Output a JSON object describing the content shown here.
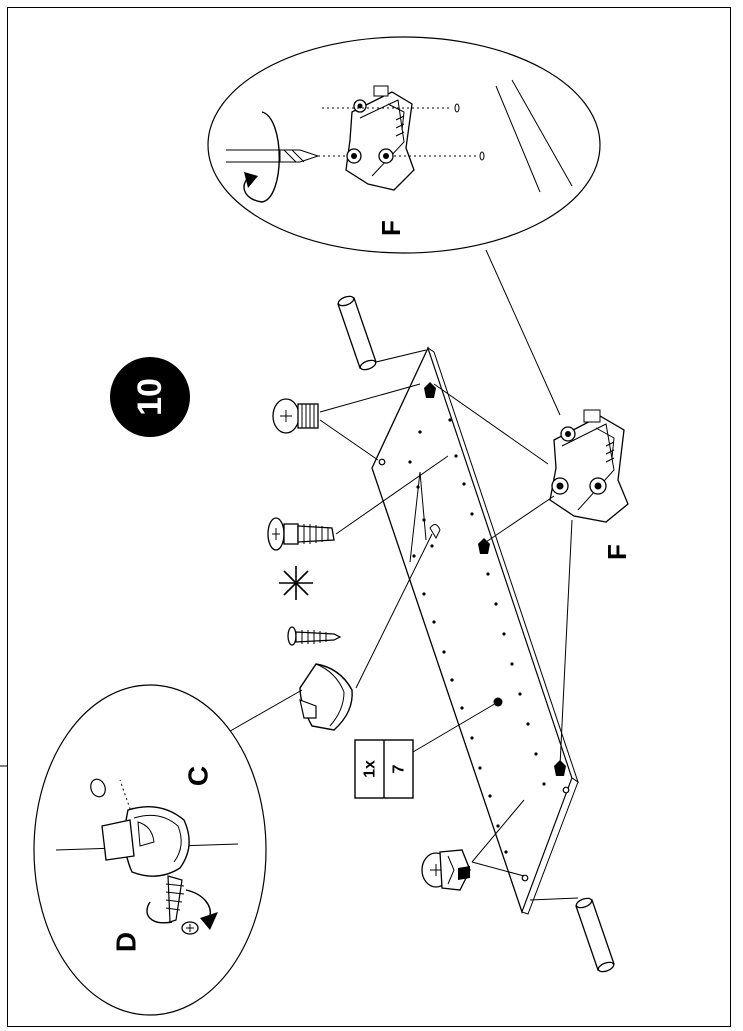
{
  "step": {
    "number": "10"
  },
  "labels": {
    "detail_top": "F",
    "bracket": "F",
    "detail_left_c": "C",
    "detail_left_d": "D"
  },
  "quantity_box": {
    "count": "1x",
    "part": "7"
  },
  "icons": [
    "hinge-bracket-icon",
    "cam-bolt-icon",
    "wooden-dowel-icon",
    "confirmat-screw-icon",
    "asterisk-icon",
    "wood-screw-icon",
    "shelf-clip-icon",
    "cam-lock-icon",
    "rotate-arrow-icon",
    "drill-bit-icon"
  ]
}
